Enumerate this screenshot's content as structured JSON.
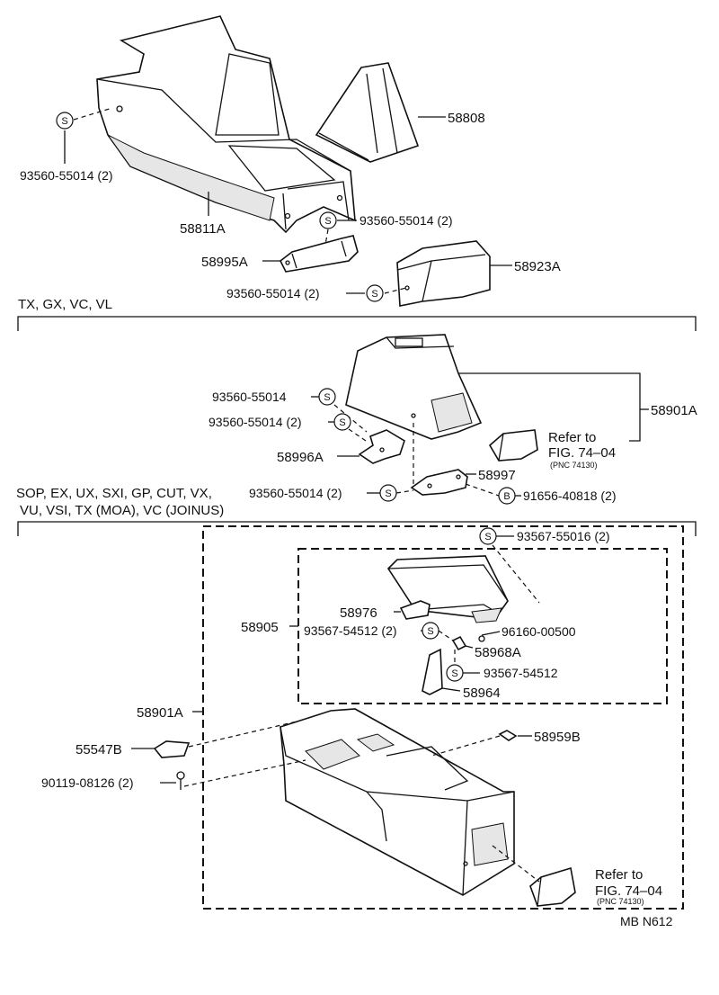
{
  "sections": {
    "top_variants": "TX, GX, VC, VL",
    "bottom_variants_line1": "SOP, EX, UX, SXI, GP, CUT, VX,",
    "bottom_variants_line2": "VU, VSI, TX (MOA), VC (JOINUS)"
  },
  "callouts": {
    "screw_symbol": "S",
    "bolt_symbol": "B"
  },
  "labels": {
    "p58808": "58808",
    "p93560_a": "93560-55014 (2)",
    "p58811A": "58811A",
    "p93560_b": "93560-55014 (2)",
    "p58995A": "58995A",
    "p58923A": "58923A",
    "p93560_c": "93560-55014 (2)",
    "p93560_d": "93560-55014",
    "p93560_e": "93560-55014 (2)",
    "p58901A_top": "58901A",
    "p58996A": "58996A",
    "p58997": "58997",
    "p93560_f": "93560-55014 (2)",
    "p91656": "91656-40818 (2)",
    "p93567_55016": "93567-55016 (2)",
    "p58976": "58976",
    "p58905": "58905",
    "p93567_54512_2": "93567-54512 (2)",
    "p96160": "96160-00500",
    "p58968A": "58968A",
    "p93567_54512": "93567-54512",
    "p58964": "58964",
    "p58901A_bottom": "58901A",
    "p55547B": "55547B",
    "p58959B": "58959B",
    "p90119": "90119-08126 (2)"
  },
  "references": {
    "top": {
      "line1": "Refer to",
      "line2": "FIG. 74–04",
      "line3": "(PNC 74130)"
    },
    "bottom": {
      "line1": "Refer to",
      "line2": "FIG. 74–04",
      "line3": "(PNC 74130)"
    }
  },
  "figure_code": "MB N612"
}
